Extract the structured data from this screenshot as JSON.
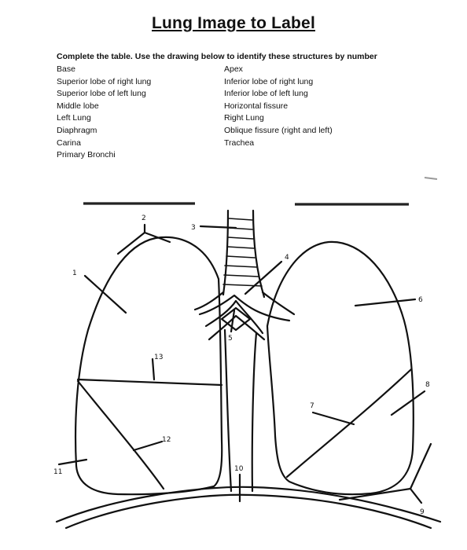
{
  "title": "Lung Image to Label",
  "instructions": "Complete the table.  Use the drawing below to identify these structures by number",
  "terms_left": [
    "Base",
    "Superior lobe of right lung",
    "Superior lobe of left lung",
    "Middle lobe",
    "Left Lung",
    "Diaphragm",
    "Carina",
    "Primary Bronchi"
  ],
  "terms_right": [
    "Apex",
    "Inferior lobe of right lung",
    "Inferior lobe of left lung",
    "Horizontal fissure",
    "Right Lung",
    "Oblique fissure (right and left)",
    "Trachea"
  ],
  "labels": {
    "n1": "1",
    "n2": "2",
    "n3": "3",
    "n4": "4",
    "n5": "5",
    "n6": "6",
    "n7": "7",
    "n8": "8",
    "n9": "9",
    "n10": "10",
    "n11": "11",
    "n12": "12",
    "n13": "13"
  }
}
